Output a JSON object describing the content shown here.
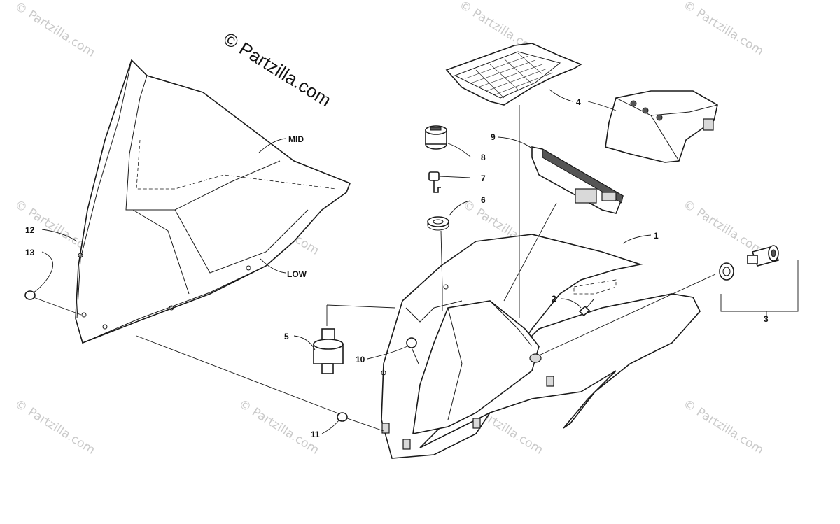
{
  "credit": "© Partzilla.com",
  "watermark_text": "© Partzilla.com",
  "callouts": {
    "c1": "1",
    "c2": "2",
    "c3": "3",
    "c4": "4",
    "c5": "5",
    "c6": "6",
    "c7": "7",
    "c8": "8",
    "c9": "9",
    "c10": "10",
    "c11": "11",
    "c12": "12",
    "c13": "13",
    "mid": "MID",
    "low": "LOW"
  },
  "colors": {
    "line": "#1a1a1a",
    "watermark": "#c9c9c9",
    "background": "#ffffff"
  }
}
